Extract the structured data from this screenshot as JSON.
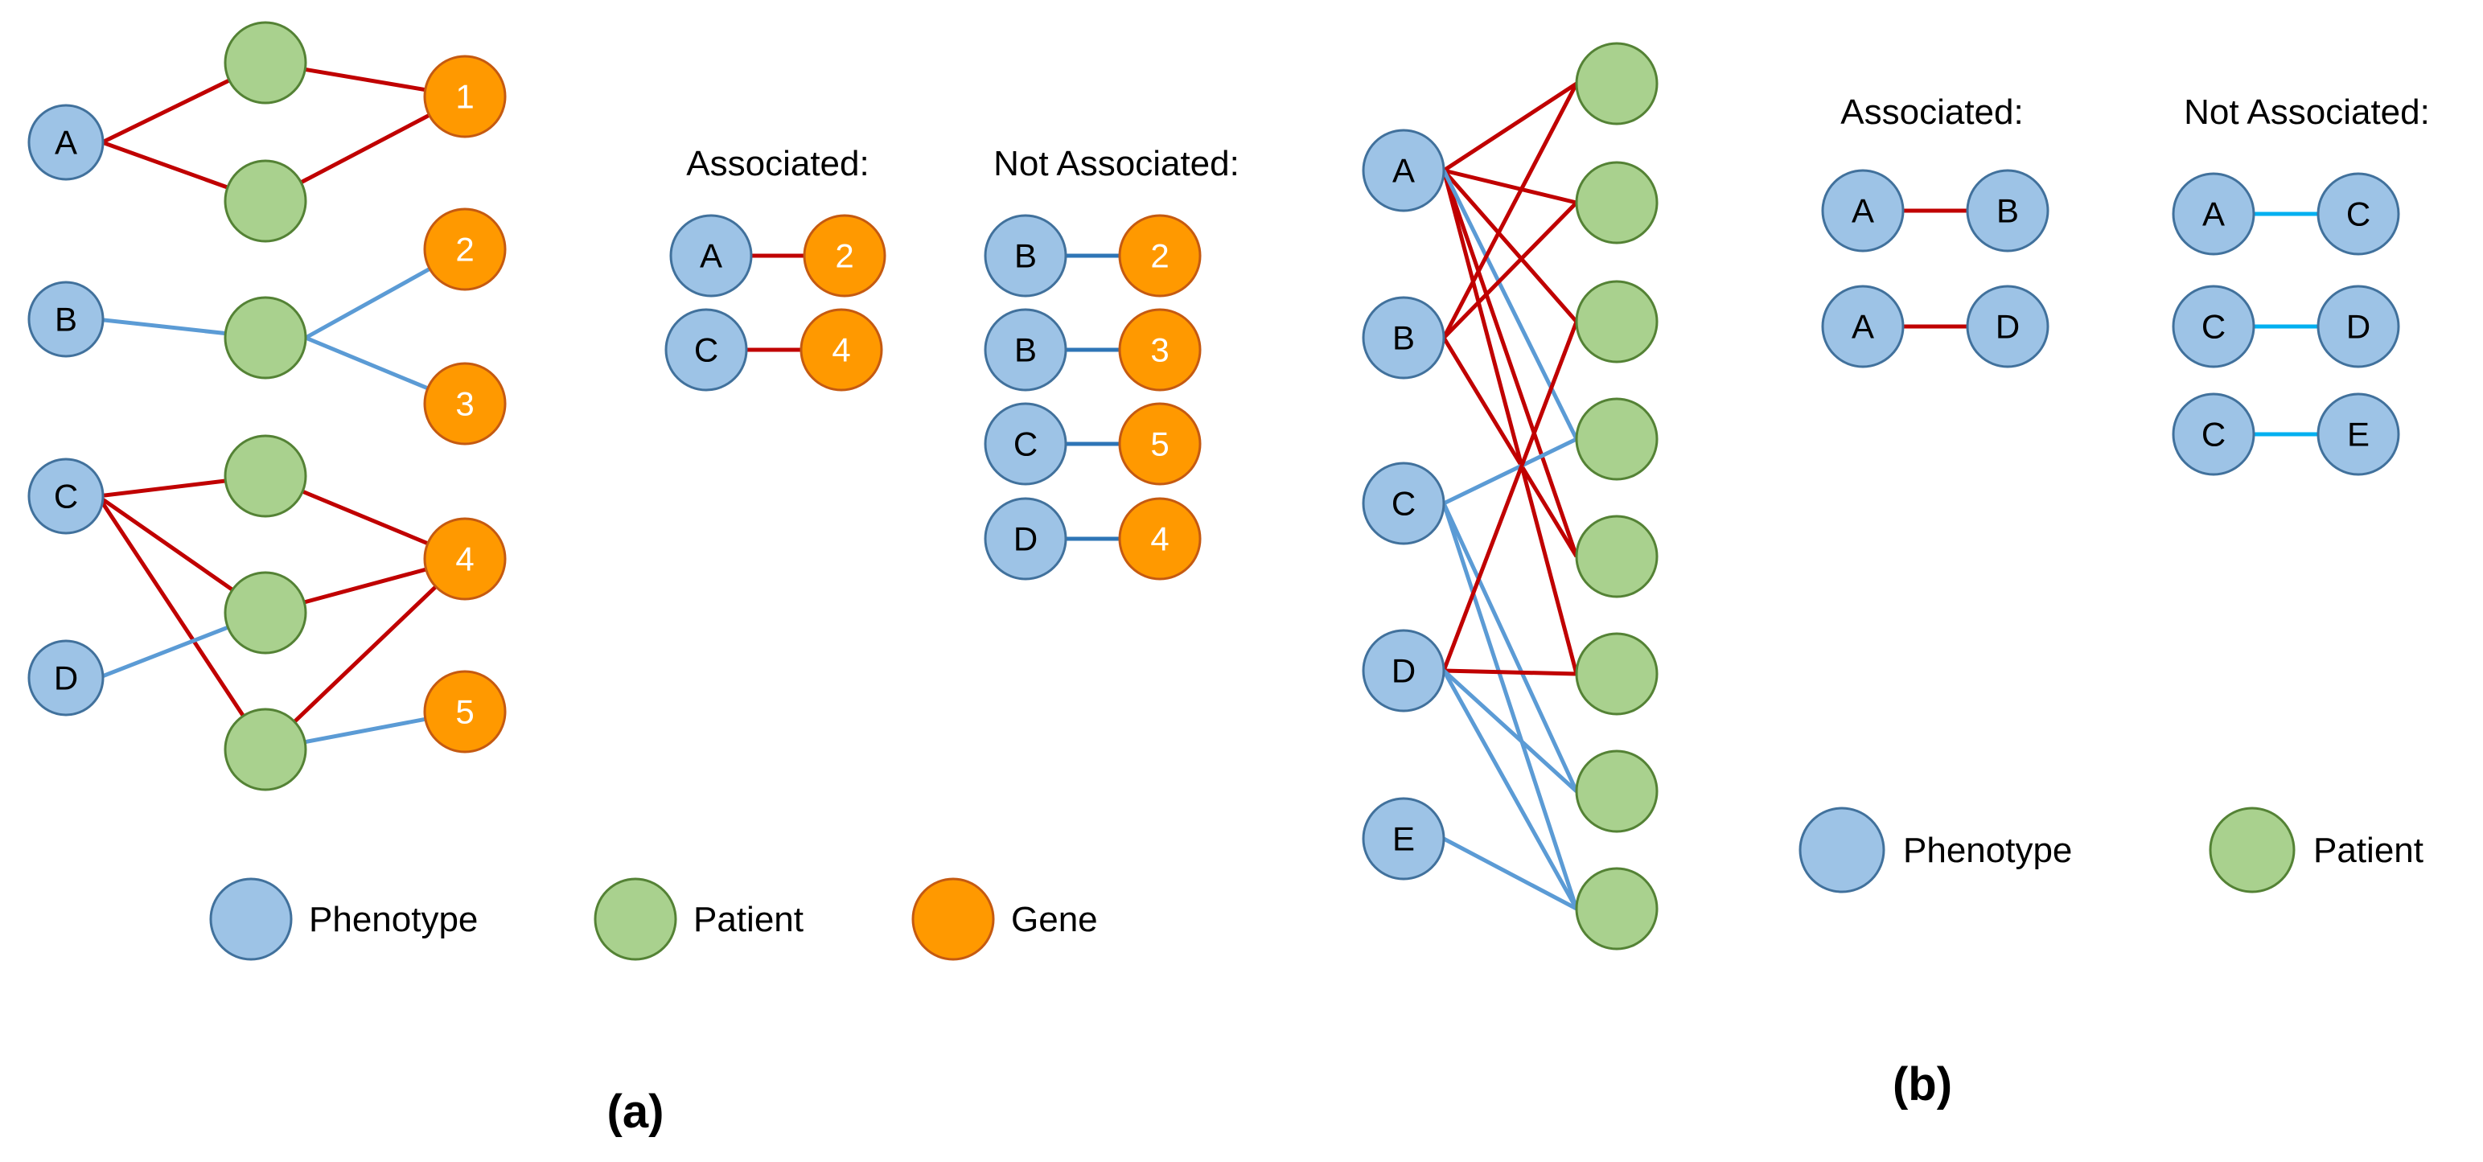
{
  "colors": {
    "phenotype_fill": "#9dc3e6",
    "phenotype_stroke": "#41719c",
    "patient_fill": "#a9d18e",
    "patient_stroke": "#548235",
    "gene_fill": "#ff9900",
    "gene_stroke": "#c55a11",
    "associated_edge": "#c00000",
    "not_associated_edge": "#5b9bd5",
    "not_associated_pair_edge_a": "#2e75b6",
    "not_associated_pair_edge_b": "#00b0f0"
  },
  "panel_a": {
    "label": "(a)",
    "phenotypes": [
      "A",
      "B",
      "C",
      "D"
    ],
    "genes": [
      "1",
      "2",
      "3",
      "4",
      "5"
    ],
    "associated_heading": "Associated:",
    "not_associated_heading": "Not Associated:",
    "associated_pairs": [
      [
        "A",
        "2"
      ],
      [
        "C",
        "4"
      ]
    ],
    "not_associated_pairs": [
      [
        "B",
        "2"
      ],
      [
        "B",
        "3"
      ],
      [
        "C",
        "5"
      ],
      [
        "D",
        "4"
      ]
    ],
    "legend": {
      "phenotype": "Phenotype",
      "patient": "Patient",
      "gene": "Gene"
    }
  },
  "panel_b": {
    "label": "(b)",
    "phenotypes": [
      "A",
      "B",
      "C",
      "D",
      "E"
    ],
    "associated_heading": "Associated:",
    "not_associated_heading": "Not Associated:",
    "associated_pairs": [
      [
        "A",
        "B"
      ],
      [
        "A",
        "D"
      ]
    ],
    "not_associated_pairs": [
      [
        "A",
        "C"
      ],
      [
        "C",
        "D"
      ],
      [
        "C",
        "E"
      ]
    ],
    "legend": {
      "phenotype": "Phenotype",
      "patient": "Patient"
    }
  }
}
